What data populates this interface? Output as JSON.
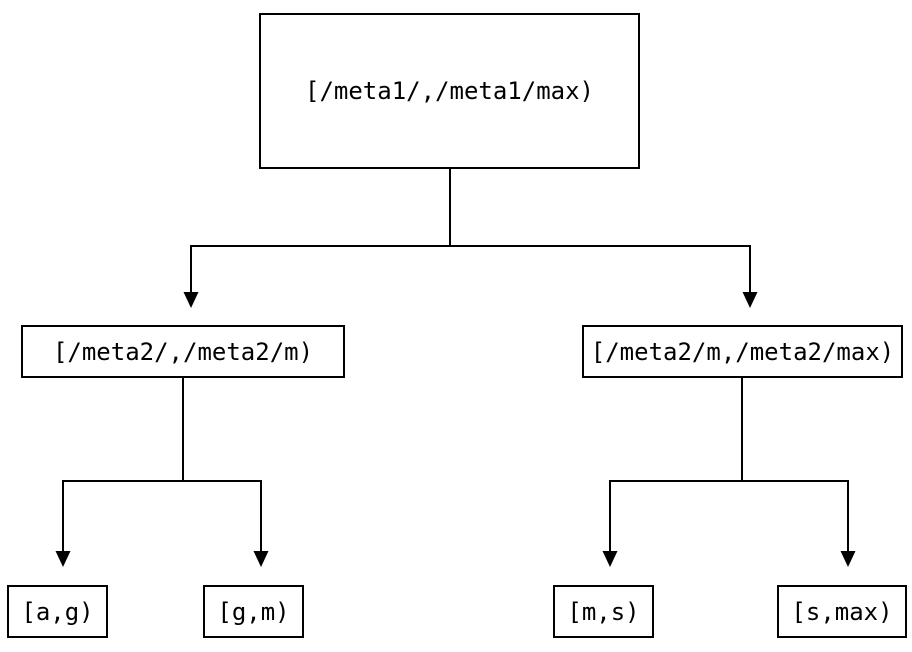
{
  "diagram": {
    "type": "tree",
    "background_color": "#ffffff",
    "line_color": "#000000",
    "node_border_color": "#000000",
    "node_text_color": "#000000",
    "nodes": {
      "root": {
        "label": "[/meta1/,/meta1/max)",
        "level": 0
      },
      "left_child": {
        "label": "[/meta2/,/meta2/m)",
        "level": 1,
        "parent": "root"
      },
      "right_child": {
        "label": "[/meta2/m,/meta2/max)",
        "level": 1,
        "parent": "root"
      },
      "leaf_ag": {
        "label": "[a,g)",
        "level": 2,
        "parent": "left_child"
      },
      "leaf_gm": {
        "label": "[g,m)",
        "level": 2,
        "parent": "left_child"
      },
      "leaf_ms": {
        "label": "[m,s)",
        "level": 2,
        "parent": "right_child"
      },
      "leaf_smax": {
        "label": "[s,max)",
        "level": 2,
        "parent": "right_child"
      }
    },
    "edges": [
      {
        "from": "root",
        "to": "left_child"
      },
      {
        "from": "root",
        "to": "right_child"
      },
      {
        "from": "left_child",
        "to": "leaf_ag"
      },
      {
        "from": "left_child",
        "to": "leaf_gm"
      },
      {
        "from": "right_child",
        "to": "leaf_ms"
      },
      {
        "from": "right_child",
        "to": "leaf_smax"
      }
    ]
  }
}
